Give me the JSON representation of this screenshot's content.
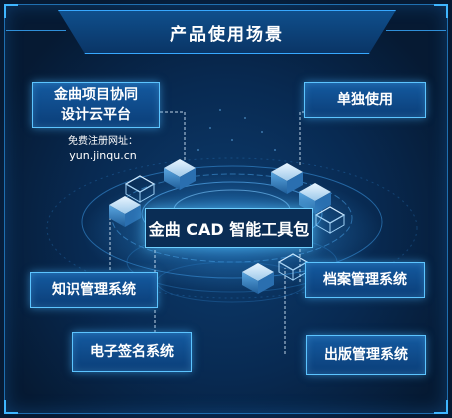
{
  "title": "产品使用场景",
  "center": "金曲 CAD 智能工具包",
  "scenarios": {
    "cloud_platform": [
      "金曲项目协同",
      "设计云平台"
    ],
    "standalone": "单独使用",
    "knowledge": "知识管理系统",
    "archive": "档案管理系统",
    "esign": "电子签名系统",
    "publishing": "出版管理系统"
  },
  "note": {
    "label": "免费注册网址：",
    "url": "yun.jinqu.cn"
  },
  "colors": {
    "background": "#061a33",
    "box_fill": "#0b3e78",
    "box_border": "#5cc4ff",
    "accent": "#37a8ff"
  }
}
